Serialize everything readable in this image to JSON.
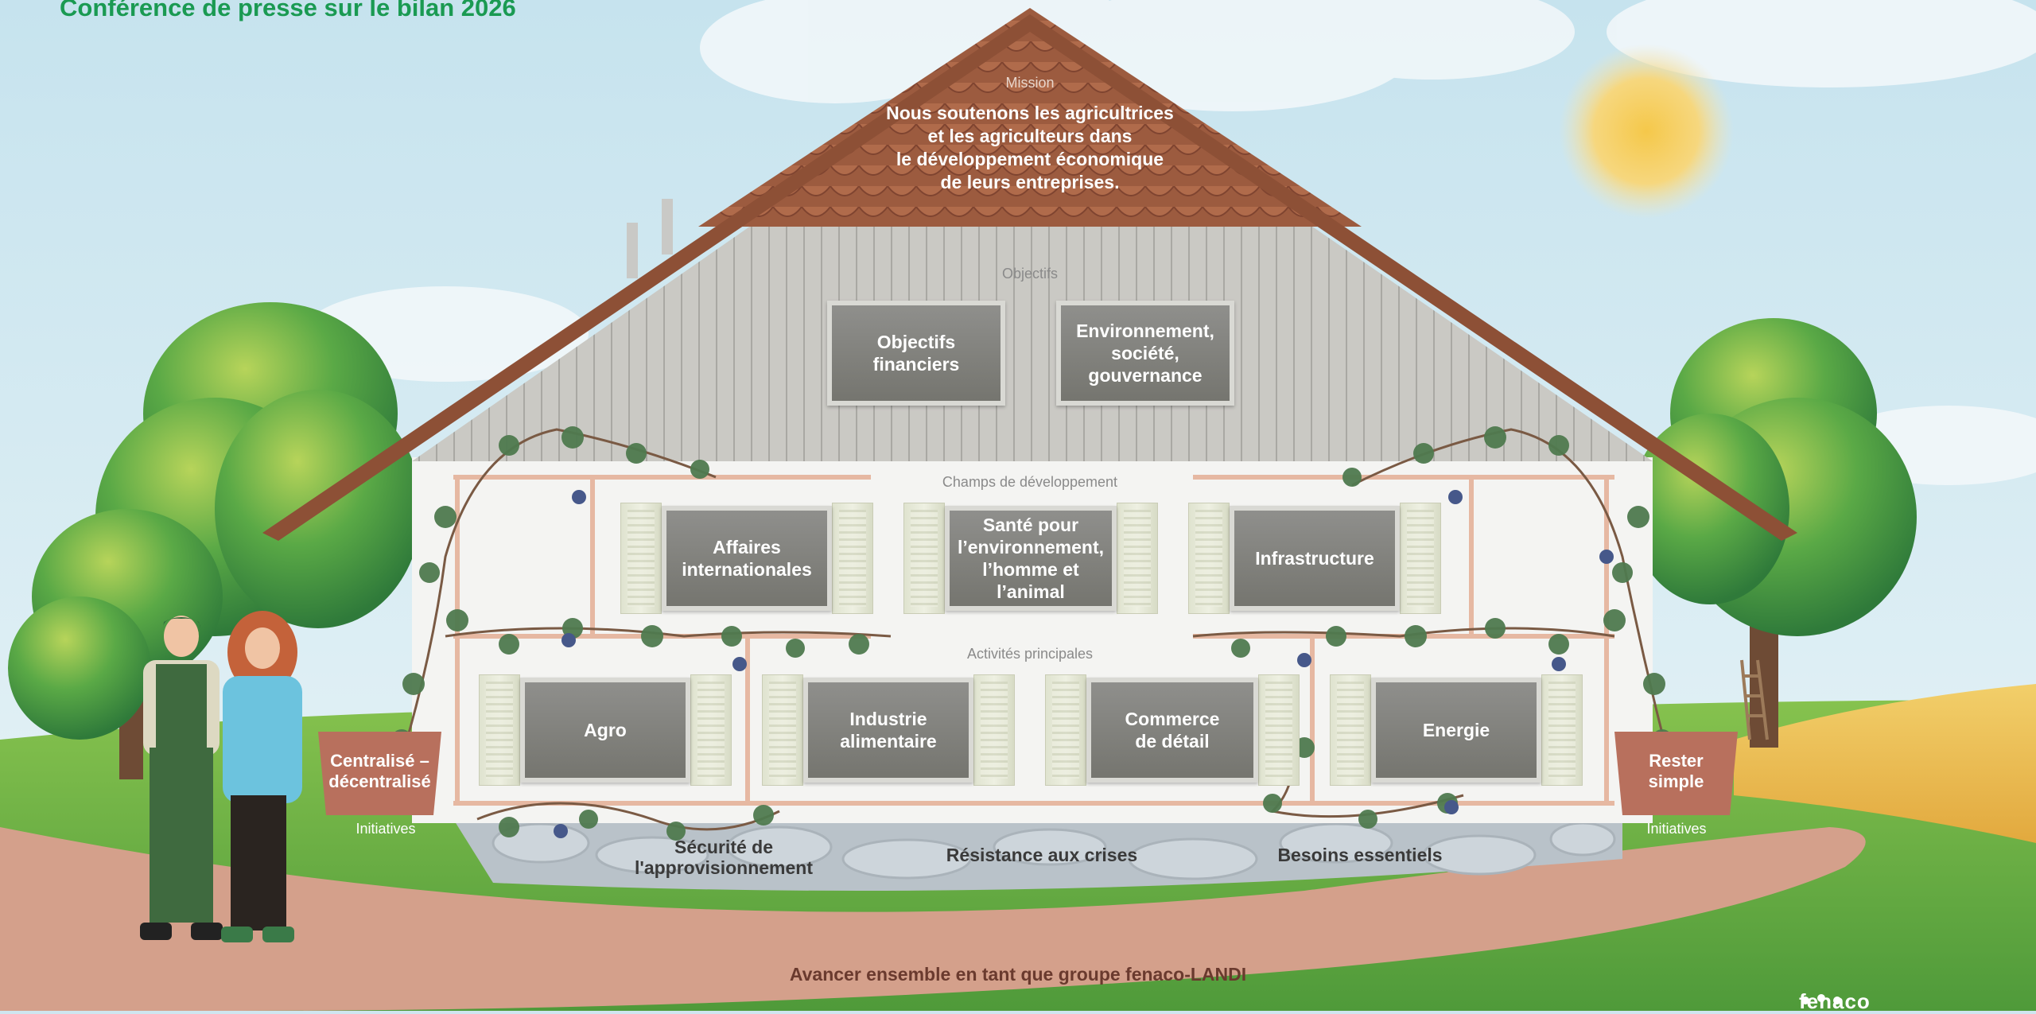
{
  "header": {
    "title": "Conférence de presse sur le bilan 2026"
  },
  "roof": {
    "mission_label": "Mission",
    "mission_lines": [
      "Nous soutenons les agricultrices",
      "et les agriculteurs dans",
      "le développement économique",
      "de leurs entreprises."
    ]
  },
  "objectives": {
    "label": "Objectifs",
    "items": [
      {
        "lines": [
          "Objectifs",
          "financiers"
        ]
      },
      {
        "lines": [
          "Environnement,",
          "société,",
          "gouvernance"
        ]
      }
    ]
  },
  "development_fields": {
    "label": "Champs de développement",
    "items": [
      {
        "lines": [
          "Affaires",
          "internationales"
        ]
      },
      {
        "lines": [
          "Santé pour",
          "l’environnement,",
          "l’homme et",
          "l’animal"
        ]
      },
      {
        "lines": [
          "Infrastructure"
        ]
      }
    ]
  },
  "main_activities": {
    "label": "Activités principales",
    "items": [
      {
        "lines": [
          "Agro"
        ]
      },
      {
        "lines": [
          "Industrie",
          "alimentaire"
        ]
      },
      {
        "lines": [
          "Commerce",
          "de détail"
        ]
      },
      {
        "lines": [
          "Energie"
        ]
      }
    ]
  },
  "foundation": {
    "items": [
      {
        "lines": [
          "Sécurité de",
          "l'approvisionnement"
        ]
      },
      {
        "lines": [
          "Résistance aux crises"
        ]
      },
      {
        "lines": [
          "Besoins essentiels"
        ]
      }
    ]
  },
  "initiatives": {
    "left": {
      "lines": [
        "Centralisé –",
        "décentralisé"
      ],
      "label": "Initiatives"
    },
    "right": {
      "lines": [
        "Rester",
        "simple"
      ],
      "label": "Initiatives"
    }
  },
  "path_text": "Avancer ensemble en tant que groupe fenaco-LANDI",
  "logo_text": "fenaco",
  "colors": {
    "title_green": "#1a9a52",
    "roof": "#9a5a3f",
    "window": "#7d7d78",
    "pillar": "#b8705d",
    "path": "#d7a08c",
    "grass": "#6bb344"
  }
}
